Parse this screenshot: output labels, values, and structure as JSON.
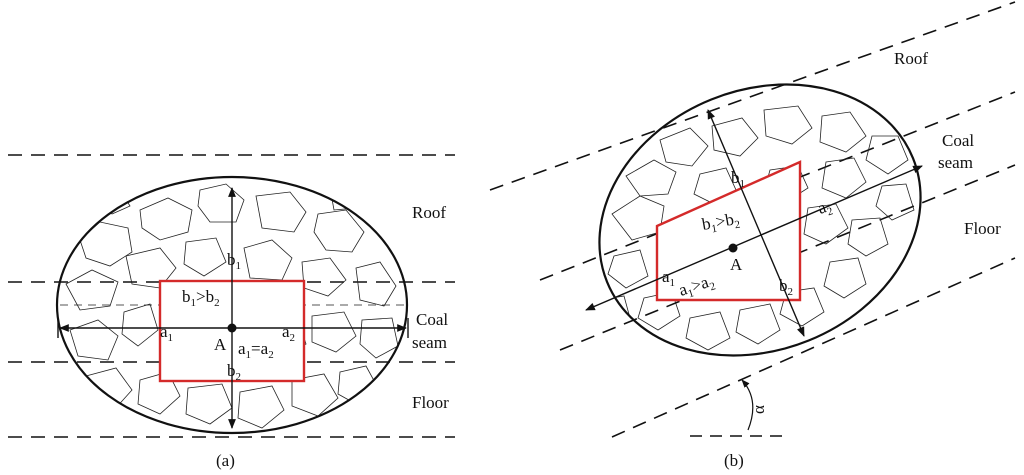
{
  "figure": {
    "panel_a": {
      "caption": "(a)",
      "strata": {
        "roof": "Roof",
        "coal_seam_line1": "Coal",
        "coal_seam_line2": "seam",
        "floor": "Floor"
      },
      "labels": {
        "b1": {
          "base": "b",
          "sub": "1"
        },
        "b2": {
          "base": "b",
          "sub": "2"
        },
        "a1": {
          "base": "a",
          "sub": "1"
        },
        "a2": {
          "base": "a",
          "sub": "2"
        },
        "point": "A",
        "cmp_b": {
          "l": "b",
          "ls": "1",
          "op": ">",
          "r": "b",
          "rs": "2"
        },
        "cmp_a": {
          "l": "a",
          "ls": "1",
          "op": "=",
          "r": "a",
          "rs": "2"
        }
      }
    },
    "panel_b": {
      "caption": "(b)",
      "strata": {
        "roof": "Roof",
        "coal_seam_line1": "Coal",
        "coal_seam_line2": "seam",
        "floor": "Floor"
      },
      "angle_symbol": "α",
      "labels": {
        "b1": {
          "base": "b",
          "sub": "1"
        },
        "b2": {
          "base": "b",
          "sub": "2"
        },
        "a1": {
          "base": "a",
          "sub": "1"
        },
        "a2": {
          "base": "a",
          "sub": "2"
        },
        "point": "A",
        "cmp_b": {
          "l": "b",
          "ls": "1",
          "op": ">",
          "r": "b",
          "rs": "2"
        },
        "cmp_a": {
          "l": "a",
          "ls": "1",
          "op": ">",
          "r": "a",
          "rs": "2"
        }
      }
    },
    "colors": {
      "roadway": "#d42a2a",
      "ink": "#111111"
    }
  }
}
